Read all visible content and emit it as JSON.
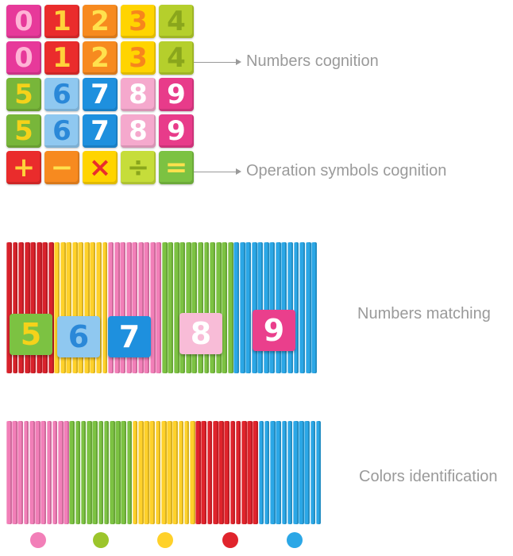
{
  "labels": {
    "numbers_cognition": "Numbers cognition",
    "operation_symbols": "Operation symbols cognition",
    "numbers_matching": "Numbers matching",
    "colors_identification": "Colors identification"
  },
  "tile_rows": [
    [
      {
        "t": "0",
        "bg": "#e7399a",
        "fg": "#ffb3d6"
      },
      {
        "t": "1",
        "bg": "#ea2c2c",
        "fg": "#ffd23a"
      },
      {
        "t": "2",
        "bg": "#f78a1f",
        "fg": "#ffe14d"
      },
      {
        "t": "3",
        "bg": "#ffd400",
        "fg": "#f7861c"
      },
      {
        "t": "4",
        "bg": "#b5cf2c",
        "fg": "#8aa61c"
      }
    ],
    [
      {
        "t": "0",
        "bg": "#e7399a",
        "fg": "#ffb3d6"
      },
      {
        "t": "1",
        "bg": "#ea2c2c",
        "fg": "#ffd23a"
      },
      {
        "t": "2",
        "bg": "#f78a1f",
        "fg": "#ffe14d"
      },
      {
        "t": "3",
        "bg": "#ffd400",
        "fg": "#f7861c"
      },
      {
        "t": "4",
        "bg": "#b5cf2c",
        "fg": "#8aa61c"
      }
    ],
    [
      {
        "t": "5",
        "bg": "#78b63a",
        "fg": "#f5d21a"
      },
      {
        "t": "6",
        "bg": "#8fc8f0",
        "fg": "#2a88d8"
      },
      {
        "t": "7",
        "bg": "#1e90de",
        "fg": "#ffffff"
      },
      {
        "t": "8",
        "bg": "#f5a9cd",
        "fg": "#ffffff"
      },
      {
        "t": "9",
        "bg": "#e83b8a",
        "fg": "#ffffff"
      }
    ],
    [
      {
        "t": "5",
        "bg": "#78b63a",
        "fg": "#f5d21a"
      },
      {
        "t": "6",
        "bg": "#8fc8f0",
        "fg": "#2a88d8"
      },
      {
        "t": "7",
        "bg": "#1e90de",
        "fg": "#ffffff"
      },
      {
        "t": "8",
        "bg": "#f5a9cd",
        "fg": "#ffffff"
      },
      {
        "t": "9",
        "bg": "#e83b8a",
        "fg": "#ffffff"
      }
    ],
    [
      {
        "t": "+",
        "bg": "#ea2c2c",
        "fg": "#ffd23a"
      },
      {
        "t": "−",
        "bg": "#f78a1f",
        "fg": "#ffe14d"
      },
      {
        "t": "×",
        "bg": "#ffd400",
        "fg": "#ea2c2c"
      },
      {
        "t": "÷",
        "bg": "#c6dd3a",
        "fg": "#8aa61c"
      },
      {
        "t": "=",
        "bg": "#7cc242",
        "fg": "#ffe14d"
      }
    ]
  ],
  "matching_groups": [
    {
      "color": "#d8222b",
      "count": 8
    },
    {
      "color": "#ffd12a",
      "count": 9
    },
    {
      "color": "#f27fb8",
      "count": 9
    },
    {
      "color": "#7cc242",
      "count": 12
    },
    {
      "color": "#2ba7e6",
      "count": 14
    }
  ],
  "matching_cards": [
    {
      "t": "5",
      "bg": "#7cc242",
      "fg": "#f5d21a"
    },
    {
      "t": "6",
      "bg": "#8fc8f0",
      "fg": "#2a88d8"
    },
    {
      "t": "7",
      "bg": "#1e90de",
      "fg": "#ffffff"
    },
    {
      "t": "8",
      "bg": "#f8bcd7",
      "fg": "#ffffff"
    },
    {
      "t": "9",
      "bg": "#ea3f8c",
      "fg": "#ffffff"
    }
  ],
  "color_groups": [
    {
      "color": "#f27fb8",
      "count": 11
    },
    {
      "color": "#7cc242",
      "count": 11
    },
    {
      "color": "#ffd12a",
      "count": 11
    },
    {
      "color": "#e0242c",
      "count": 11
    },
    {
      "color": "#2ba7e6",
      "count": 11
    }
  ],
  "dot_colors": [
    "#f27fb8",
    "#9cc52b",
    "#ffd12a",
    "#e0242c",
    "#2ba7e6"
  ]
}
